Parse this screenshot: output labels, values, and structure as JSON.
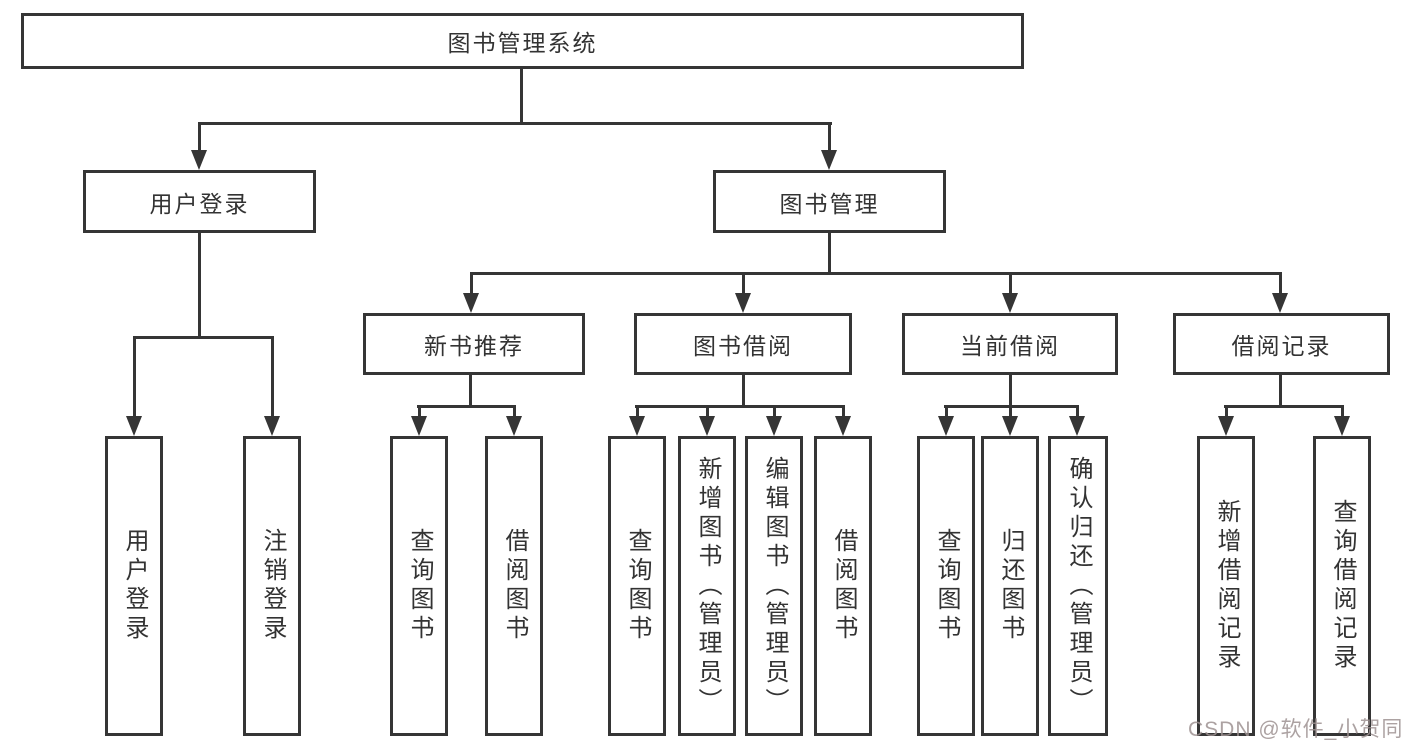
{
  "diagram_type": "tree",
  "colors": {
    "line": "#353535",
    "box_border": "#353535",
    "box_fill": "#ffffff",
    "text": "#333333",
    "background": "#ffffff",
    "watermark": "#9e9292"
  },
  "watermark": {
    "text": "CSDN @软件_小贺同学"
  },
  "tree": {
    "label": "图书管理系统",
    "children": [
      {
        "label": "用户登录",
        "children": [
          {
            "label": "用户登录"
          },
          {
            "label": "注销登录"
          }
        ]
      },
      {
        "label": "图书管理",
        "children": [
          {
            "label": "新书推荐",
            "children": [
              {
                "label": "查询图书"
              },
              {
                "label": "借阅图书"
              }
            ]
          },
          {
            "label": "图书借阅",
            "children": [
              {
                "label": "查询图书"
              },
              {
                "label": "新增图书（管理员）"
              },
              {
                "label": "编辑图书（管理员）"
              },
              {
                "label": "借阅图书"
              }
            ]
          },
          {
            "label": "当前借阅",
            "children": [
              {
                "label": "查询图书"
              },
              {
                "label": "归还图书"
              },
              {
                "label": "确认归还（管理员）"
              }
            ]
          },
          {
            "label": "借阅记录",
            "children": [
              {
                "label": "新增借阅记录"
              },
              {
                "label": "查询借阅记录"
              }
            ]
          }
        ]
      }
    ]
  }
}
